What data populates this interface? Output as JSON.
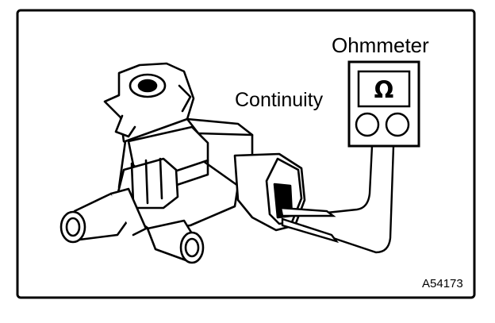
{
  "labels": {
    "ohmmeter": "Ohmmeter",
    "continuity": "Continuity",
    "figure_code": "A54173",
    "display_symbol": "Ω"
  },
  "icons": [
    "vacuum-switching-valve-icon",
    "ohmmeter-icon",
    "test-probe-icon"
  ],
  "colors": {
    "line": "#000000",
    "background": "#ffffff"
  }
}
